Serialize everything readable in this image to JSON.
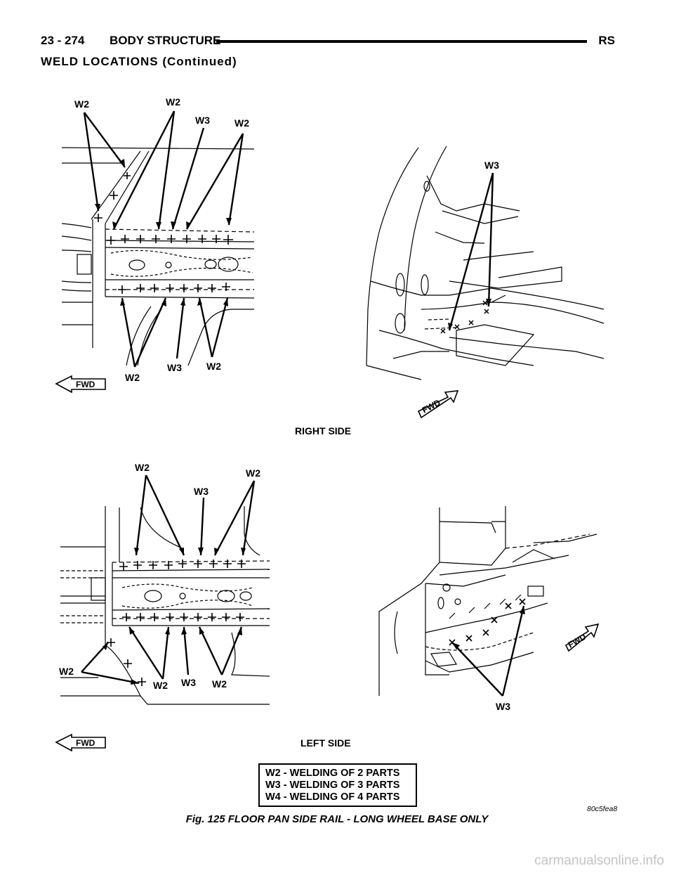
{
  "header": {
    "page_number": "23 - 274",
    "section_title": "BODY STRUCTURE",
    "section_code": "RS"
  },
  "subheading": "WELD LOCATIONS (Continued)",
  "figure": {
    "callouts": {
      "w2": "W2",
      "w3": "W3"
    },
    "fwd": "FWD",
    "right_side_label": "RIGHT SIDE",
    "left_side_label": "LEFT SIDE"
  },
  "legend": [
    "W2 - WELDING OF 2 PARTS",
    "W3 - WELDING OF 3 PARTS",
    "W4 - WELDING OF 4 PARTS"
  ],
  "figure_code": "80c5fea8",
  "caption": "Fig. 125 FLOOR PAN SIDE RAIL - LONG WHEEL BASE ONLY",
  "watermark": "carmanualsonline.info"
}
